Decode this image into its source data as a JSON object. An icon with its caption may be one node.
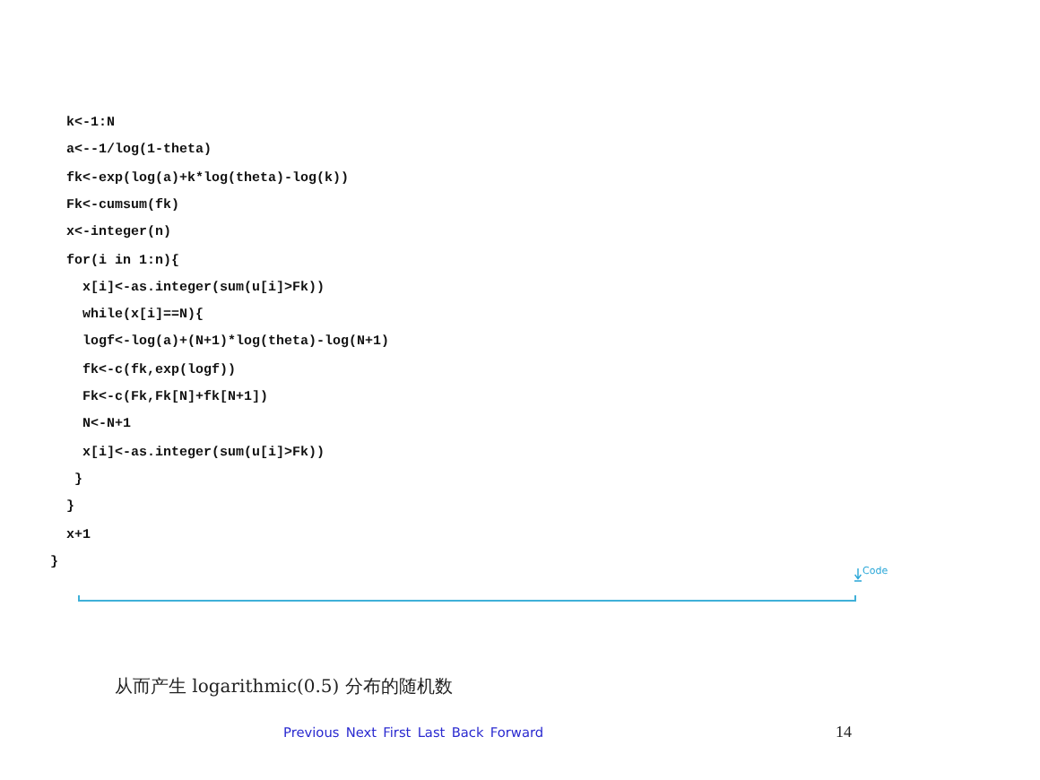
{
  "diagram": {
    "labels": [
      "k<-1:N",
      "a<--1/log(1-theta)",
      "fk<-exp(log(a)+k*log(theta)-log(k))",
      "Fk<-cumsum(fk)",
      "x<-integer(n)",
      "for(i in 1:n){",
      "x[i]<-as.integer(sum(u[i]>Fk))",
      "while(x[i]==N){",
      "logf<-log(a)+(N+1)*log(theta)-log(N+1)",
      "fk<-c(fk,exp(logf))",
      "Fk<-c(Fk,Fk[N]+fk[N+1])",
      "N<-N+1",
      "x[i]<-as.integer(sum(u[i]>Fk))",
      "}",
      "}",
      "x+1",
      "}",
      "Code",
      "从而产生 logarithmic(0.5) 分布的随机数",
      "Previous",
      "Next",
      "First",
      "Last",
      "Back",
      "Forward",
      "14"
    ]
  }
}
